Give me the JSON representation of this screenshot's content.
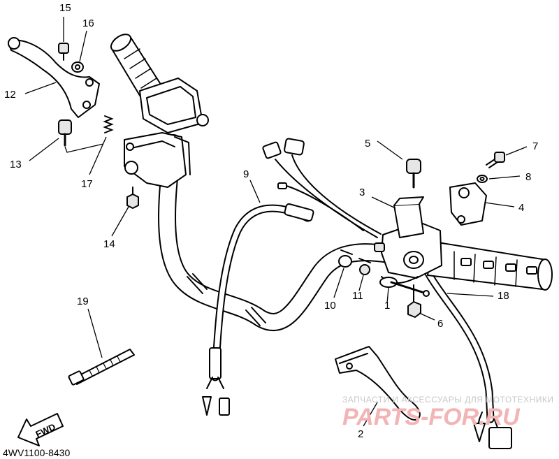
{
  "diagram": {
    "part_numbers": {
      "p1": "1",
      "p2": "2",
      "p3": "3",
      "p4": "4",
      "p5": "5",
      "p6": "6",
      "p7": "7",
      "p8": "8",
      "p9": "9",
      "p10": "10",
      "p11": "11",
      "p12": "12",
      "p13": "13",
      "p14": "14",
      "p15": "15",
      "p16": "16",
      "p17": "17",
      "p18": "18",
      "p19": "19"
    },
    "direction_label": "FWD",
    "diagram_code": "4WV1100-8430"
  },
  "watermark": {
    "tagline": "ЗАПЧАСТИ И АКСЕССУАРЫ ДЛЯ МОТОТЕХНИКИ",
    "logo": "PARTS-FOR.RU"
  },
  "colors": {
    "line": "#000000",
    "watermark_logo": "#f2b4b4",
    "watermark_text": "#c8c8c8"
  }
}
